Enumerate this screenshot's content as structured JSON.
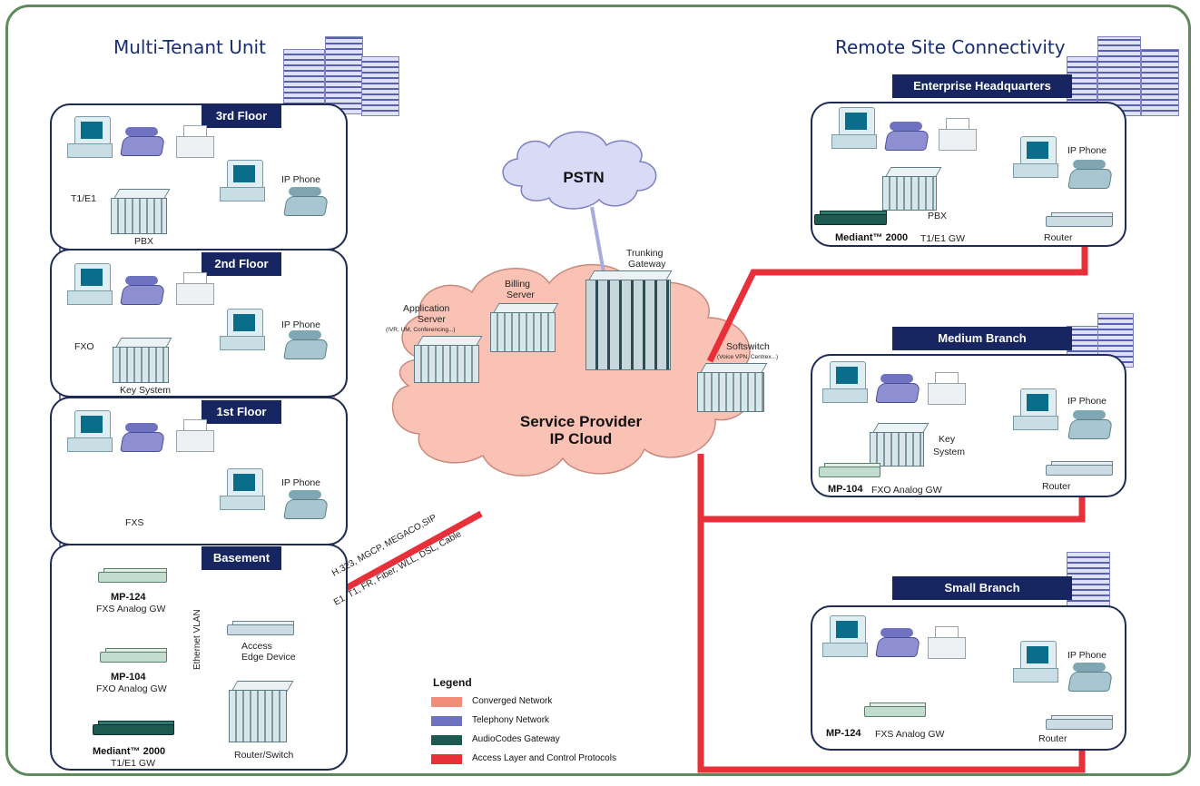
{
  "sections": {
    "left_title": "Multi-Tenant Unit",
    "right_title": "Remote Site Connectivity"
  },
  "floors": {
    "third": "3rd Floor",
    "second": "2nd Floor",
    "first": "1st Floor",
    "basement": "Basement"
  },
  "sites": {
    "hq": "Enterprise Headquarters",
    "medium": "Medium Branch",
    "small": "Small Branch"
  },
  "labels": {
    "t1e1": "T1/E1",
    "pbx": "PBX",
    "ip_phone": "IP Phone",
    "fxo": "FXO",
    "key_system": "Key System",
    "fxs": "FXS",
    "ethernet_vlan": "Ethernet VLAN",
    "mp124": "MP-124",
    "fxs_analog_gw": "FXS Analog GW",
    "mp104": "MP-104",
    "fxo_analog_gw": "FXO Analog GW",
    "mediant2000": "Mediant™ 2000",
    "t1e1_gw": "T1/E1 GW",
    "access_edge_1": "Access",
    "access_edge_2": "Edge Device",
    "router_switch": "Router/Switch",
    "protocols": "H.323, MGCP, MEGACO,SIP",
    "access_types": "E1, T1, FR, Fiber, WLL, DSL, Cable",
    "pstn": "PSTN",
    "trunking_1": "Trunking",
    "trunking_2": "Gateway",
    "billing_1": "Billing",
    "billing_2": "Server",
    "app_1": "Application",
    "app_2": "Server",
    "app_3": "(IVR, UM, Conferencing...)",
    "softswitch_1": "Softswitch",
    "softswitch_2": "(Voice VPN, Centrex...)",
    "cloud_1": "Service Provider",
    "cloud_2": "IP Cloud",
    "router": "Router",
    "hq_mediant": "Mediant™ 2000",
    "hq_gw": "T1/E1 GW",
    "med_key_1": "Key",
    "med_key_2": "System",
    "med_mp104": "MP-104",
    "med_fxo_gw": "FXO Analog GW",
    "small_mp124": "MP-124",
    "small_fxs_gw": "FXS Analog GW"
  },
  "legend": {
    "title": "Legend",
    "items": [
      {
        "label": "Converged Network",
        "color": "#f08c78"
      },
      {
        "label": "Telephony Network",
        "color": "#6e72c0"
      },
      {
        "label": "AudioCodes Gateway",
        "color": "#1d5a52"
      },
      {
        "label": "Access Layer and Control Protocols",
        "color": "#e8303a"
      }
    ]
  },
  "colors": {
    "converged": "#f08c78",
    "telephony": "#6e72c0",
    "access": "#e8303a",
    "frame": "#5f8a5c",
    "navy": "#172660"
  }
}
